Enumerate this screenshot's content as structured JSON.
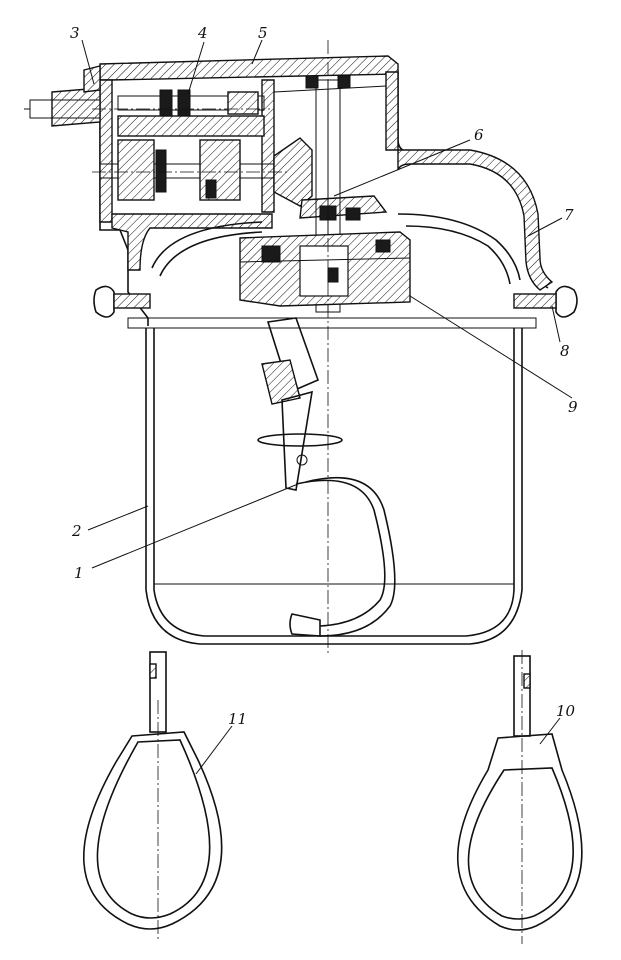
{
  "diagram": {
    "parts": [
      {
        "id": "1",
        "label": "1"
      },
      {
        "id": "2",
        "label": "2"
      },
      {
        "id": "3",
        "label": "3"
      },
      {
        "id": "4",
        "label": "4"
      },
      {
        "id": "5",
        "label": "5"
      },
      {
        "id": "6",
        "label": "6"
      },
      {
        "id": "7",
        "label": "7"
      },
      {
        "id": "8",
        "label": "8"
      },
      {
        "id": "9",
        "label": "9"
      },
      {
        "id": "10",
        "label": "10"
      },
      {
        "id": "11",
        "label": "11"
      }
    ]
  }
}
